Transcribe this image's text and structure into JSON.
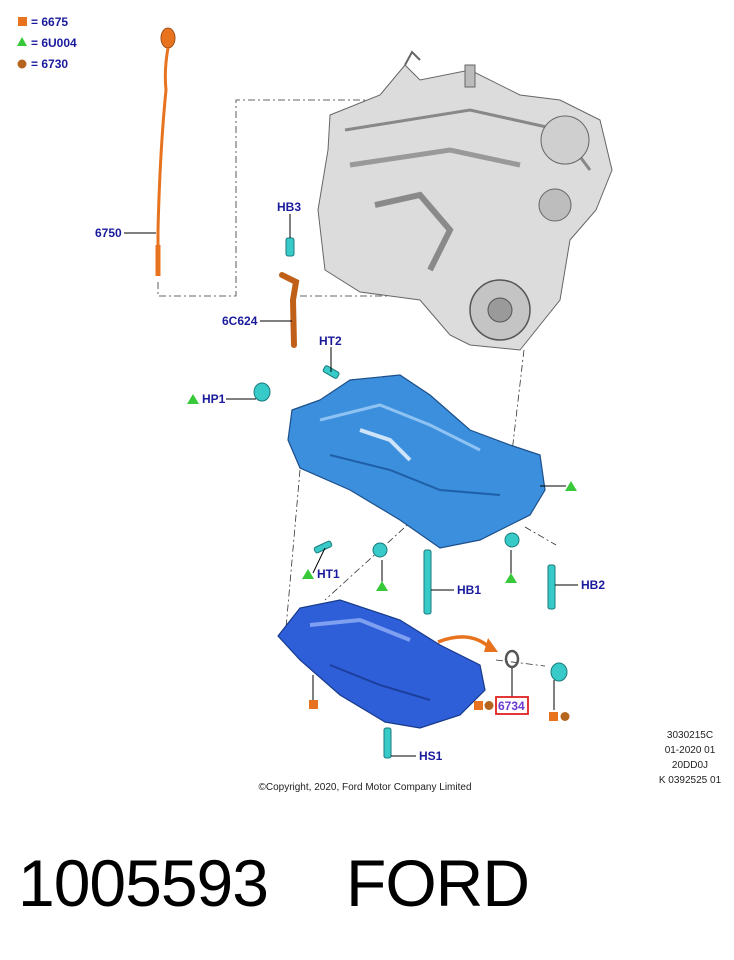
{
  "legend": [
    {
      "shape": "square",
      "color": "#e8731e",
      "text": "= 6675"
    },
    {
      "shape": "triangle",
      "color": "#38c93a",
      "text": "= 6U004"
    },
    {
      "shape": "circle",
      "color": "#b5651d",
      "text": "= 6730"
    }
  ],
  "callouts": {
    "dipstick": "6750",
    "tube_bolt": "HB3",
    "tube": "6C624",
    "upper_stud": "HT2",
    "plug": "HP1",
    "lower_stud": "HT1",
    "bolt_left": "HB1",
    "bolt_right": "HB2",
    "gasket_ring": "6734",
    "pan_stud": "HS1"
  },
  "meta": {
    "code": "3030215C",
    "date": "01-2020 01",
    "ref": "20DD0J",
    "k": "K 0392525 01"
  },
  "copyright": "©Copyright, 2020, Ford Motor Company Limited",
  "footer": {
    "part_number": "1005593",
    "brand": "FORD"
  },
  "colors": {
    "label": "#1a1a9c",
    "highlight_box": "#e02020",
    "engine": "#d8d8d8",
    "upper_pan": "#3b8fdc",
    "oil_pan": "#2f5fd8",
    "hardware": "#38c9c9",
    "dipstick": "#e8731e"
  }
}
